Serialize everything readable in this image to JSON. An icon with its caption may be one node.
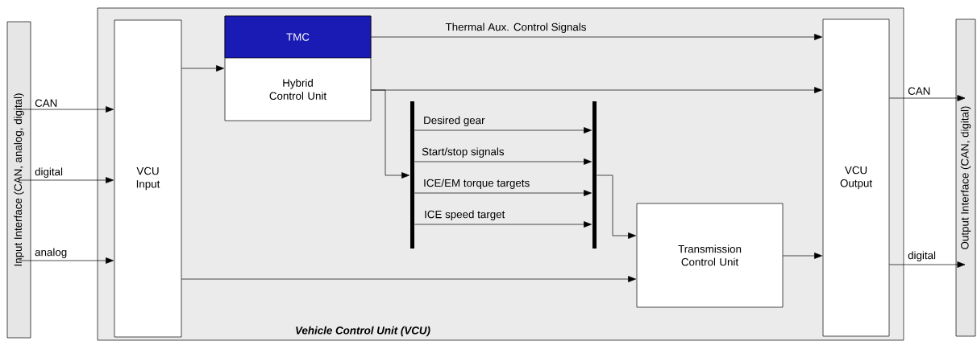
{
  "diagram": {
    "nodes": [
      {
        "text": [
          "Input Interface (CAN, analog, digital)"
        ]
      },
      {
        "text": [
          "Vehicle Control Unit (VCU)"
        ]
      },
      {
        "text": [
          "VCU Input"
        ],
        "in": 1
      },
      {
        "text": [
          "TMC",
          "Hybrid Control Unit"
        ],
        "in": 1
      },
      {
        "text": [],
        "shape": "bar",
        "in": 1
      },
      {
        "text": [],
        "shape": "bar",
        "in": 1
      },
      {
        "text": [
          "Transmission Control Unit"
        ],
        "in": 1
      },
      {
        "text": [
          "VCU Output"
        ],
        "in": 1
      },
      {
        "text": [
          "Output Interface (CAN, digital)"
        ]
      }
    ],
    "edges": [
      {
        "from": 0,
        "to": 2,
        "arrow": "to",
        "label": "CAN"
      },
      {
        "from": 0,
        "to": 2,
        "arrow": "to",
        "label": "digital"
      },
      {
        "from": 0,
        "to": 2,
        "arrow": "to",
        "label": "analog"
      },
      {
        "from": 2,
        "to": 3,
        "arrow": "to"
      },
      {
        "from": 3,
        "to": 7,
        "arrow": "to",
        "label": "Thermal Aux. Control Signals"
      },
      {
        "from": 3,
        "to": 7,
        "arrow": "to"
      },
      {
        "from": 3,
        "to": 4,
        "arrow": "to"
      },
      {
        "from": 4,
        "to": 5,
        "arrow": "to",
        "label": "Desired gear"
      },
      {
        "from": 4,
        "to": 5,
        "arrow": "to",
        "label": "Start/stop signals"
      },
      {
        "from": 4,
        "to": 5,
        "arrow": "to",
        "label": "ICE/EM torque targets"
      },
      {
        "from": 4,
        "to": 5,
        "arrow": "to",
        "label": "ICE speed target"
      },
      {
        "from": 5,
        "to": 6,
        "arrow": "to"
      },
      {
        "from": 2,
        "to": 6,
        "arrow": "to"
      },
      {
        "from": 6,
        "to": 7,
        "arrow": "to"
      },
      {
        "from": 7,
        "to": 8,
        "arrow": "to",
        "label": "CAN"
      },
      {
        "from": 7,
        "to": 8,
        "arrow": "to",
        "label": "digital"
      }
    ]
  }
}
